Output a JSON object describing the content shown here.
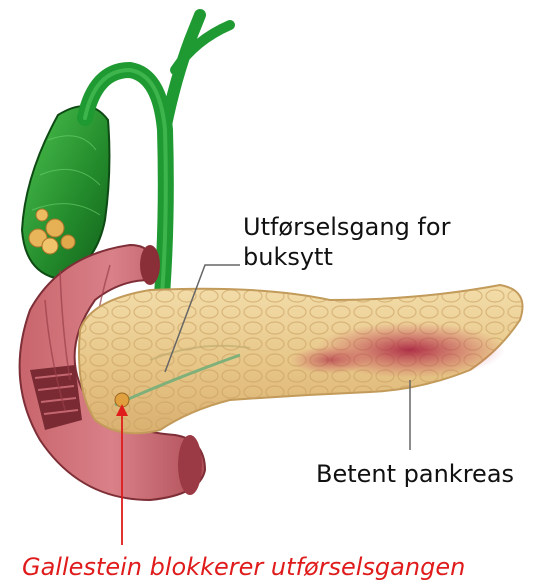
{
  "labels": {
    "duct_line1": "Utførselsgang for",
    "duct_line2": "buksytt",
    "pancreas": "Betent pankreas",
    "gallstone": "Gallestein blokkerer utførselsgangen"
  },
  "colors": {
    "bile_duct": "#23a83a",
    "duodenum": "#b8505a",
    "pancreas": "#ecd08e",
    "inflammation": "#b8344a",
    "gallstone_label": "#e01b1b",
    "gallstones": "#e6b055"
  }
}
